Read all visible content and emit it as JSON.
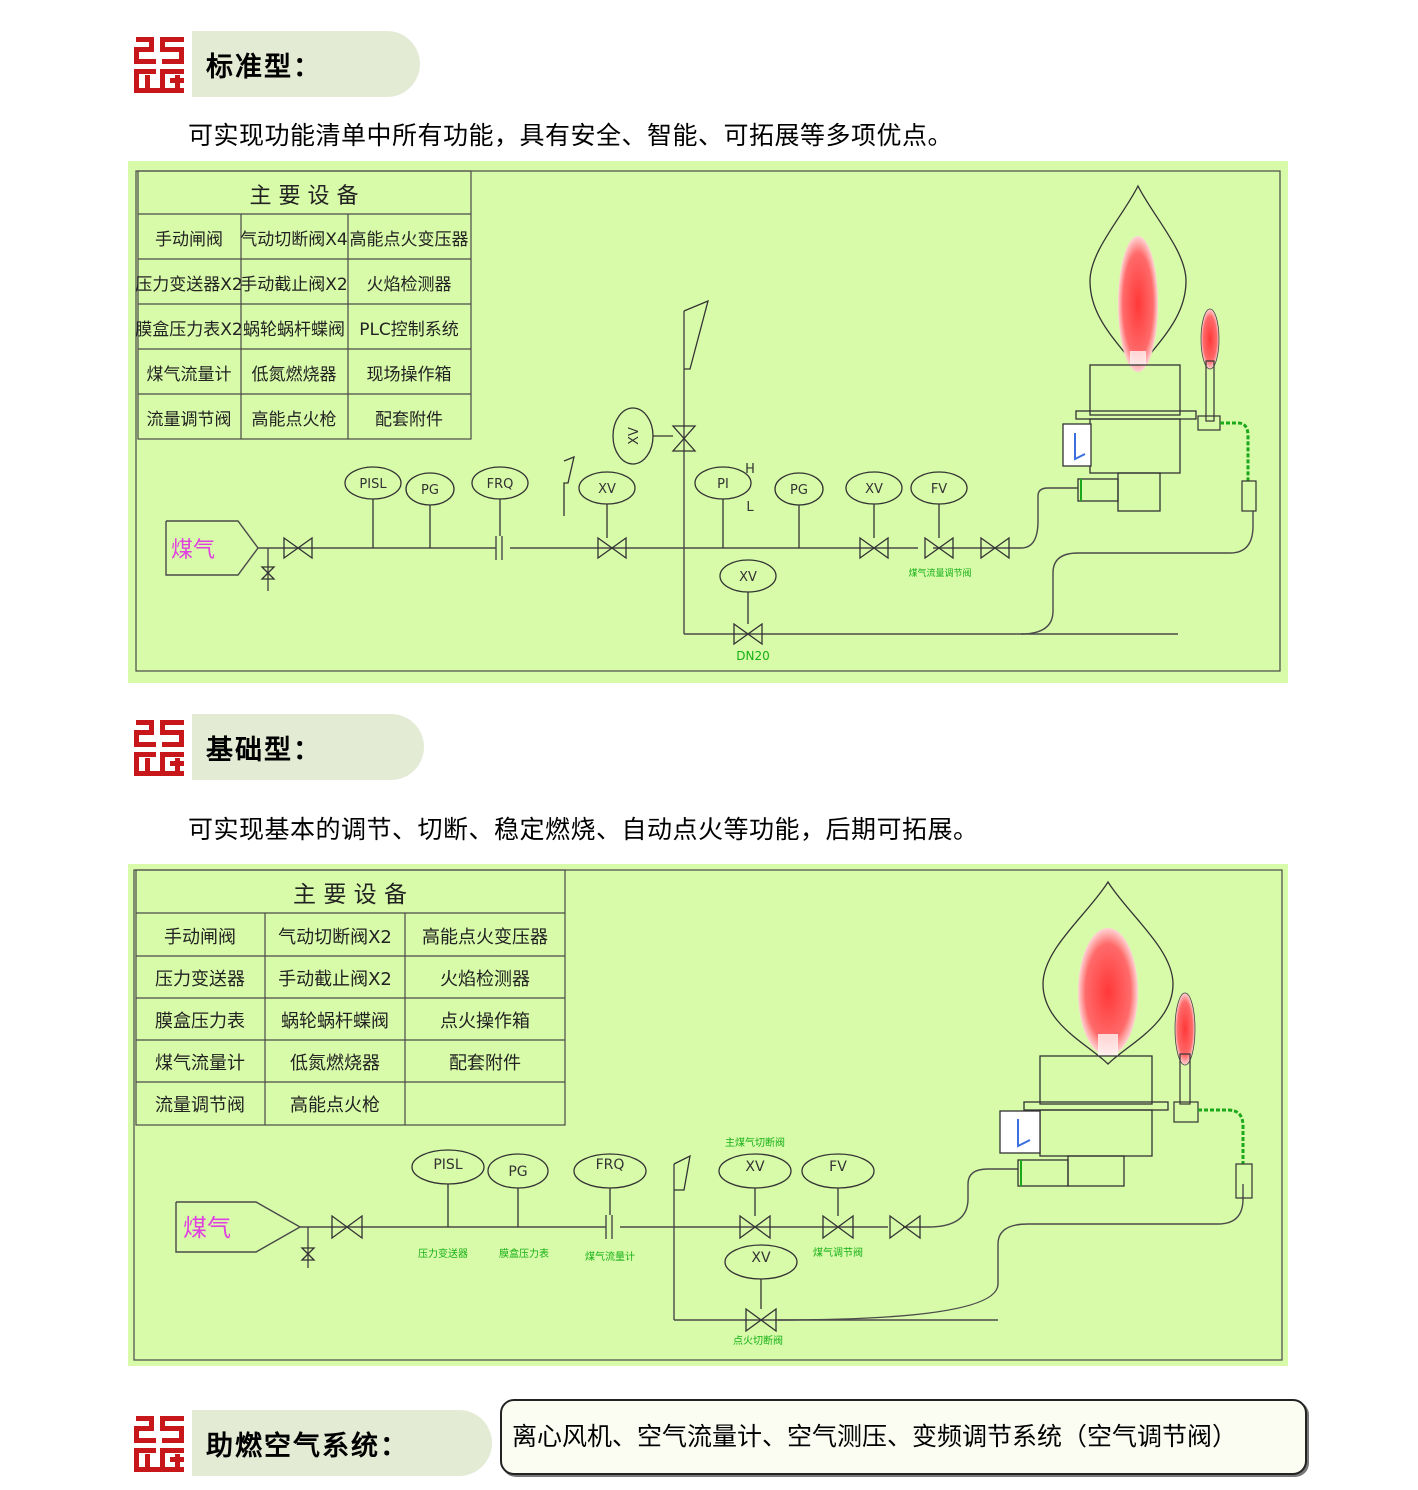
{
  "sections": [
    {
      "title": "标准型：",
      "description": "可实现功能清单中所有功能，具有安全、智能、可拓展等多项优点。",
      "equipment": {
        "header": "主 要 设 备",
        "rows": [
          [
            "手动闸阀",
            "气动切断阀X4",
            "高能点火变压器"
          ],
          [
            "压力变送器X2",
            "手动截止阀X2",
            "火焰检测器"
          ],
          [
            "膜盒压力表X2",
            "蜗轮蜗杆蝶阀",
            "PLC控制系统"
          ],
          [
            "煤气流量计",
            "低氮燃烧器",
            "现场操作箱"
          ],
          [
            "流量调节阀",
            "高能点火枪",
            "配套附件"
          ]
        ]
      },
      "diagram": {
        "inlet": "煤气",
        "instruments": [
          "PISL",
          "PG",
          "FRQ",
          "XV",
          "PI",
          "PG",
          "XV",
          "FV",
          "XV",
          "XV"
        ],
        "pi_marks": [
          "H",
          "L"
        ],
        "notes": [
          "煤气流量调节阀",
          "DN20"
        ]
      }
    },
    {
      "title": "基础型：",
      "description": "可实现基本的调节、切断、稳定燃烧、自动点火等功能，后期可拓展。",
      "equipment": {
        "header": "主 要 设 备",
        "rows": [
          [
            "手动闸阀",
            "气动切断阀X2",
            "高能点火变压器"
          ],
          [
            "压力变送器",
            "手动截止阀X2",
            "火焰检测器"
          ],
          [
            "膜盒压力表",
            "蜗轮蜗杆蝶阀",
            "点火操作箱"
          ],
          [
            "煤气流量计",
            "低氮燃烧器",
            "配套附件"
          ],
          [
            "流量调节阀",
            "高能点火枪",
            ""
          ]
        ]
      },
      "diagram": {
        "inlet": "煤气",
        "instruments": [
          "PISL",
          "PG",
          "FRQ",
          "XV",
          "FV",
          "XV"
        ],
        "notes": [
          "压力变送器",
          "膜盒压力表",
          "煤气流量计",
          "主煤气切断阀",
          "煤气调节阀",
          "点火切断阀"
        ]
      }
    }
  ],
  "air_system": {
    "title": "助燃空气系统：",
    "description": "离心风机、空气流量计、空气测压、变频调节系统（空气调节阀）"
  },
  "colors": {
    "logo_red": "#c8171a",
    "panel_green": "#d8fba9",
    "pipe_gray": "#4a4a4a",
    "flame_red": "#ff3838",
    "inlet_magenta": "#e040e0",
    "note_green": "#16b016",
    "header_pill": "#e4ebd5"
  }
}
